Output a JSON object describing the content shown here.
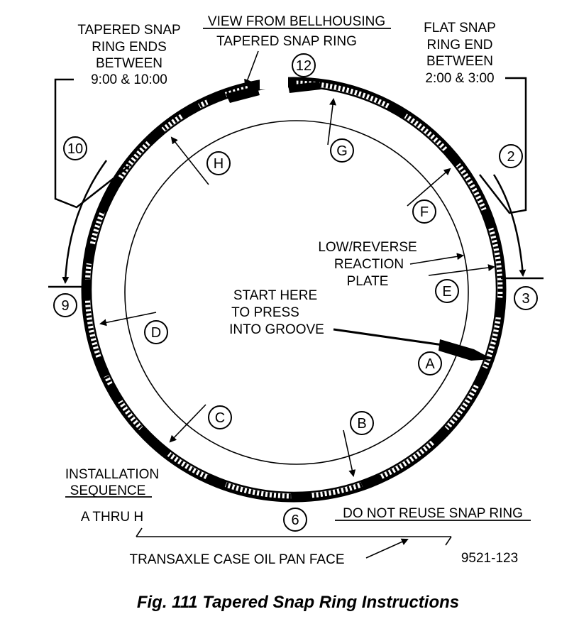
{
  "header": {
    "view_title": "VIEW FROM BELLHOUSING",
    "tapered_ring_label": "TAPERED SNAP RING"
  },
  "notes": {
    "tapered_ends": [
      "TAPERED SNAP",
      "RING ENDS",
      "BETWEEN",
      "9:00 & 10:00"
    ],
    "flat_end": [
      "FLAT SNAP",
      "RING END",
      "BETWEEN",
      "2:00 & 3:00"
    ],
    "reaction_plate": [
      "LOW/REVERSE",
      "REACTION",
      "PLATE"
    ],
    "start_here": [
      "START HERE",
      "TO PRESS",
      "INTO GROOVE"
    ],
    "installation": [
      "INSTALLATION",
      "SEQUENCE"
    ],
    "a_thru_h": "A THRU H",
    "do_not_reuse": "DO NOT REUSE SNAP RING",
    "oil_pan_face": "TRANSAXLE CASE OIL PAN FACE",
    "figure_code": "9521-123"
  },
  "clock_positions": {
    "p12": "12",
    "p2": "2",
    "p3": "3",
    "p6": "6",
    "p9": "9",
    "p10": "10"
  },
  "sequence": {
    "a": "A",
    "b": "B",
    "c": "C",
    "d": "D",
    "e": "E",
    "f": "F",
    "g": "G",
    "h": "H"
  },
  "caption": "Fig. 111 Tapered Snap Ring Instructions"
}
